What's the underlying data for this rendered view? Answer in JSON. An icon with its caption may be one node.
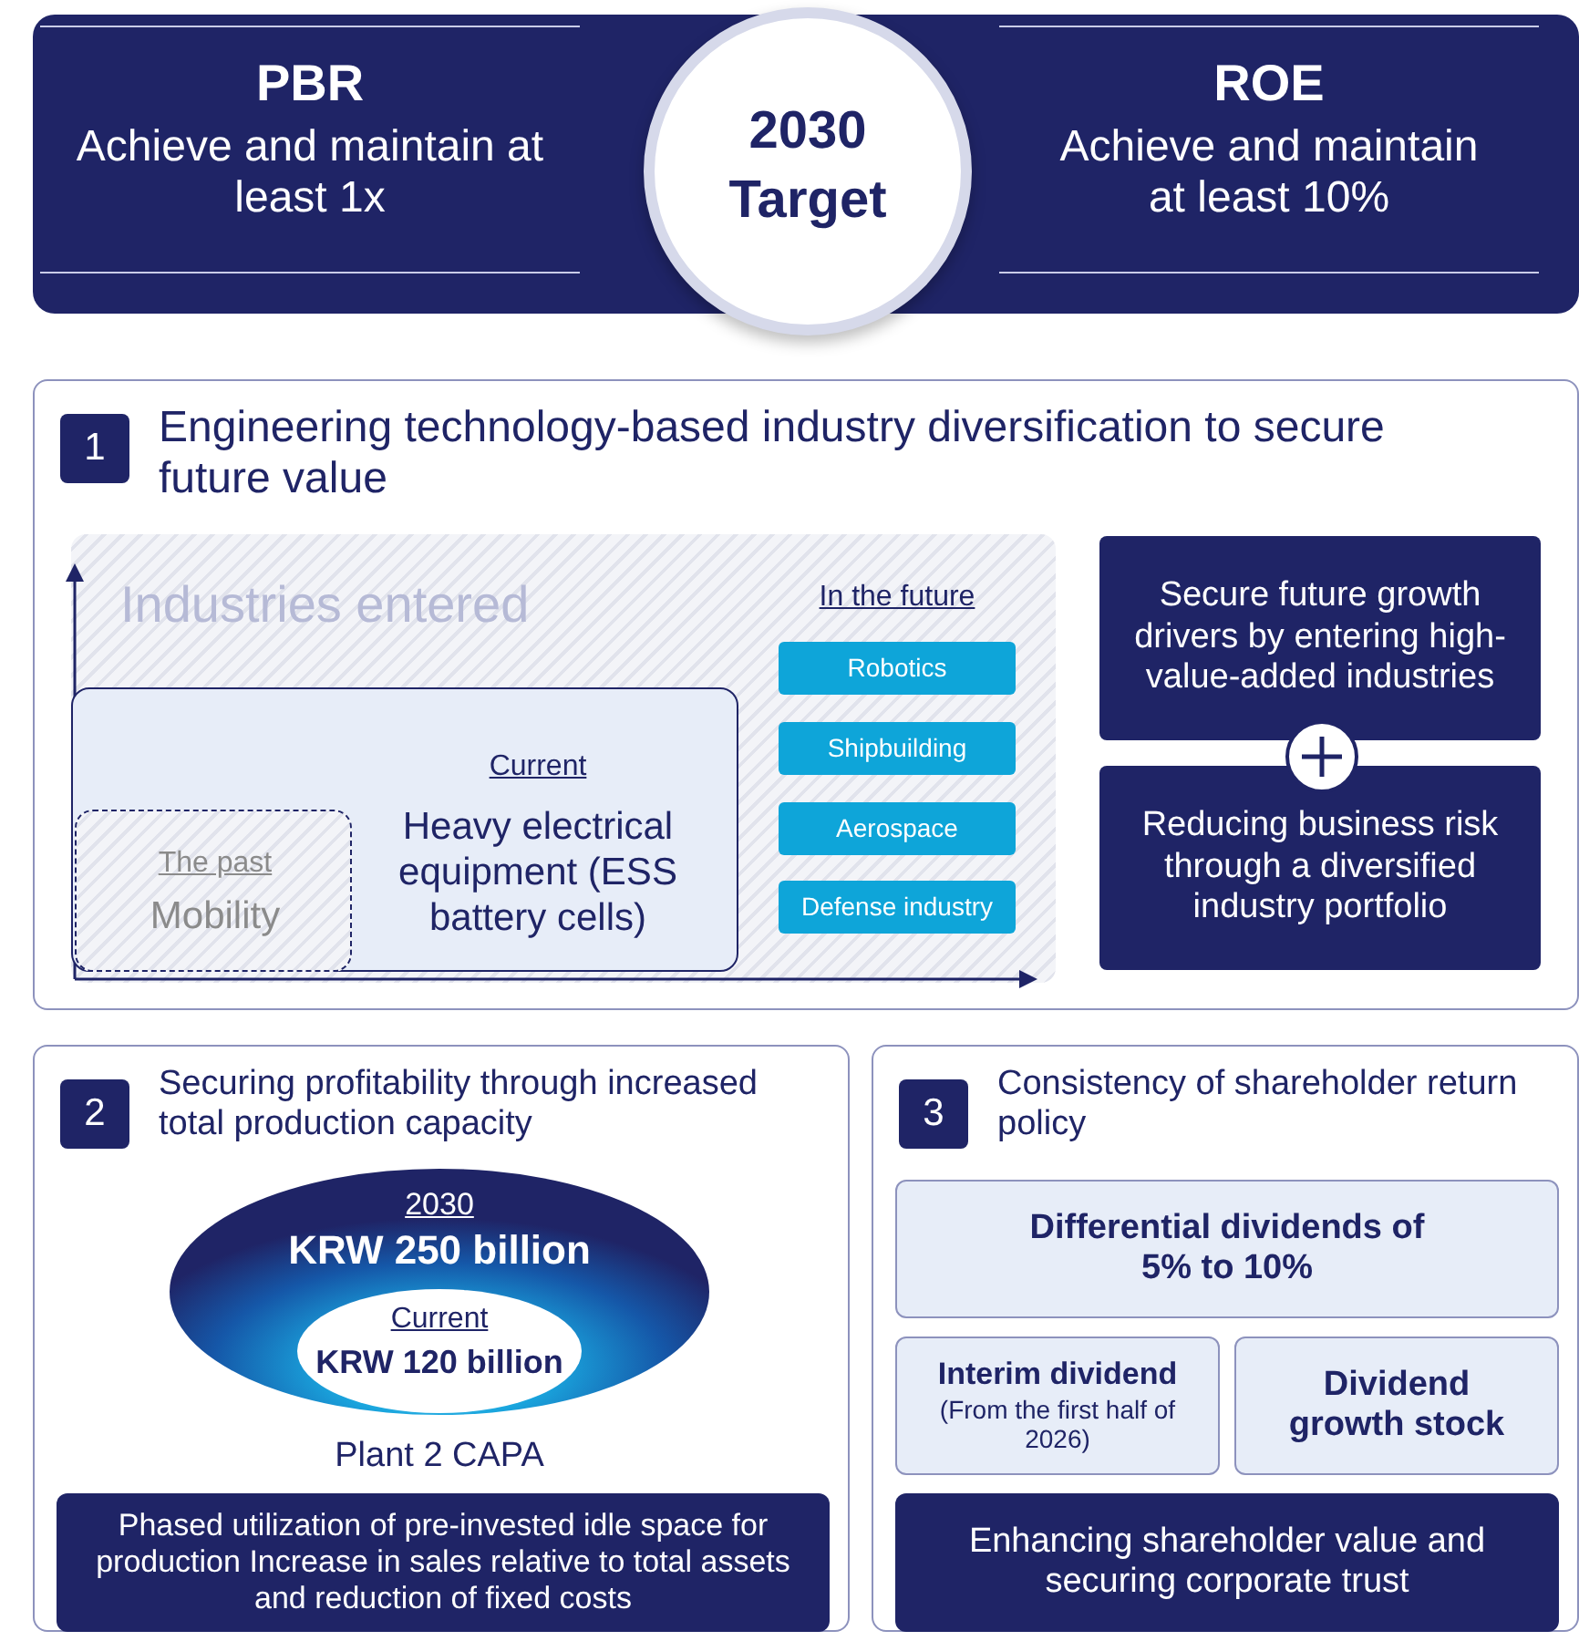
{
  "diagram": {
    "nodes": [
      {
        "text": [
          "PBR",
          "Achieve and maintain at least 1x"
        ]
      },
      {
        "text": [
          "2030 Target"
        ]
      },
      {
        "text": [
          "ROE",
          "Achieve and maintain at least 10%"
        ]
      },
      {
        "text": [
          "1",
          "Engineering technology-based industry diversification to secure future value"
        ]
      },
      {
        "text": [
          "Industries entered",
          "In the future"
        ],
        "in": 3
      },
      {
        "text": [
          "Current",
          "Heavy electrical equipment (ESS battery cells)"
        ],
        "in": 4
      },
      {
        "text": [
          "The past",
          "Mobility"
        ],
        "in": 5
      },
      {
        "text": [
          "Robotics"
        ],
        "in": 4
      },
      {
        "text": [
          "Shipbuilding"
        ],
        "in": 4
      },
      {
        "text": [
          "Aerospace"
        ],
        "in": 4
      },
      {
        "text": [
          "Defense industry"
        ],
        "in": 4
      },
      {
        "text": [
          "Secure future growth drivers by entering high-value-added industries"
        ],
        "in": 3
      },
      {
        "text": [
          "Reducing business risk through a diversified industry portfolio"
        ],
        "in": 3
      },
      {
        "text": [
          "2",
          "Securing profitability through increased total production capacity"
        ]
      },
      {
        "text": [
          "2030",
          "KRW 250 billion"
        ],
        "in": 13,
        "beside": [
          "Plant 2 CAPA"
        ]
      },
      {
        "text": [
          "Current",
          "KRW 120 billion"
        ],
        "in": 14
      },
      {
        "text": [
          "Phased utilization of pre-invested idle space for production Increase in sales relative to total assets and reduction of fixed costs"
        ],
        "in": 13
      },
      {
        "text": [
          "3",
          "Consistency of shareholder return policy"
        ]
      },
      {
        "text": [
          "Differential dividends of 5% to 10%"
        ],
        "in": 17
      },
      {
        "text": [
          "Interim dividend",
          "(From the first half of 2026)"
        ],
        "in": 17
      },
      {
        "text": [
          "Dividend growth stock"
        ],
        "in": 17
      },
      {
        "text": [
          "Enhancing shareholder value and securing corporate trust"
        ],
        "in": 17
      }
    ]
  }
}
